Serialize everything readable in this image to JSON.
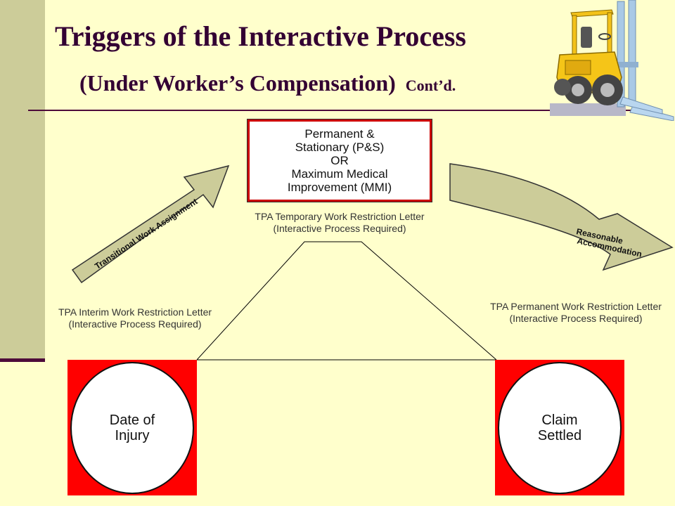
{
  "header": {
    "title": "Triggers of the Interactive Process",
    "subtitle": "(Under Worker’s Compensation)",
    "contd": "Cont’d."
  },
  "center_box": {
    "text": "Permanent &\nStationary (P&S)\nOR\nMaximum Medical\nImprovement (MMI)"
  },
  "notes": {
    "temporary": "TPA Temporary Work Restriction Letter\n(Interactive Process Required)",
    "interim": "TPA Interim Work Restriction Letter\n(Interactive Process Required)",
    "permanent": "TPA Permanent Work Restriction Letter\n(Interactive Process Required)"
  },
  "arrows": {
    "left": "Transitional Work Assignment",
    "right_line1": "Reasonable",
    "right_line2": "Accommodation"
  },
  "nodes": {
    "start": "Date of\nInjury",
    "end": "Claim\nSettled"
  },
  "colors": {
    "background": "#ffffcc",
    "band": "#cccc99",
    "title": "#330033",
    "node_box": "#ff0000",
    "arrow_fill": "#cccc99"
  },
  "icons": {
    "decoration": "forklift-icon"
  }
}
